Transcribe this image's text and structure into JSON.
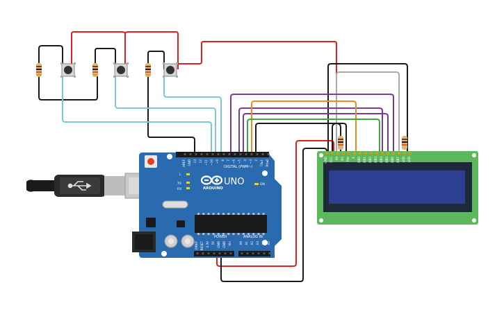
{
  "arduino": {
    "model": "UNO",
    "brand": "ARDUINO",
    "digital_label": "DIGITAL (PWM~)",
    "power_label": "POWER",
    "analog_label": "ANALOG IN",
    "on_label": "ON",
    "tx_label": "TX",
    "rx_label": "RX",
    "l_label": "L",
    "digital_pins": [
      "AREF",
      "GND",
      "13",
      "12",
      "~11",
      "~10",
      "~9",
      "8",
      "7",
      "~6",
      "~5",
      "4",
      "~3",
      "2",
      "TX▸1",
      "RX◂0"
    ],
    "power_pins": [
      "IOREF",
      "RESET",
      "3.3V",
      "5V",
      "GND",
      "GND",
      "Vin"
    ],
    "analog_pins": [
      "A0",
      "A1",
      "A2",
      "A3",
      "A4",
      "A5"
    ]
  },
  "lcd": {
    "pins": [
      "GND",
      "VCC",
      "V0",
      "RS",
      "RW",
      "E",
      "DB0",
      "DB1",
      "DB2",
      "DB3",
      "DB4",
      "DB5",
      "DB6",
      "DB7",
      "LED",
      "LED"
    ]
  },
  "colors": {
    "board": "#2a6bb0",
    "lcd_pcb": "#5cb85c",
    "lcd_screen": "#2b3a8a",
    "red": "#e02020",
    "black": "#1a1a1a",
    "cyan": "#7ac8d8",
    "purple": "#7a3a9a",
    "orange": "#f08a1a",
    "green": "#3aaa3a",
    "gray": "#aaaaaa"
  }
}
